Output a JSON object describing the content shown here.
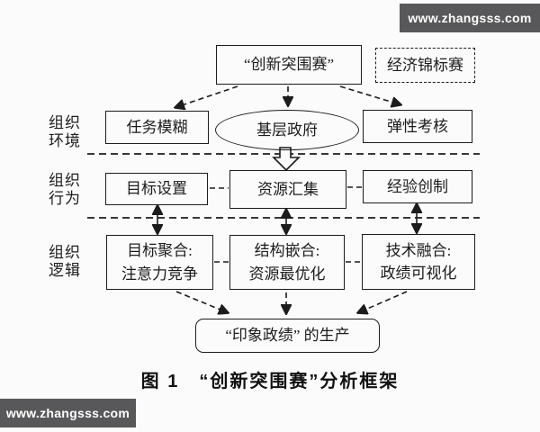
{
  "watermarks": {
    "top_right": "www.zhangsss.com",
    "bottom_left": "www.zhangsss.com"
  },
  "figure": {
    "top_box": "“创新突围赛”",
    "reference_box": "经济锦标赛",
    "row_labels": [
      {
        "label": "组织\n环境"
      },
      {
        "label": "组织\n行为"
      },
      {
        "label": "组织\n逻辑"
      }
    ],
    "environment_row": {
      "left": "任务模糊",
      "center": "基层政府",
      "right": "弹性考核"
    },
    "behavior_row": {
      "left": "目标设置",
      "center": "资源汇集",
      "right": "经验创制"
    },
    "logic_row": {
      "left": "目标聚合:\n注意力竞争",
      "center": "结构嵌合:\n资源最优化",
      "right": "技术融合:\n政绩可视化"
    },
    "outcome_box": "“印象政绩” 的生产",
    "caption": "图 1　“创新突围赛”分析框架"
  },
  "colors": {
    "line": "#1c1c1c",
    "background": "#fbfbfb",
    "watermark_bg": "#58585a",
    "watermark_text": "#ffffff"
  }
}
